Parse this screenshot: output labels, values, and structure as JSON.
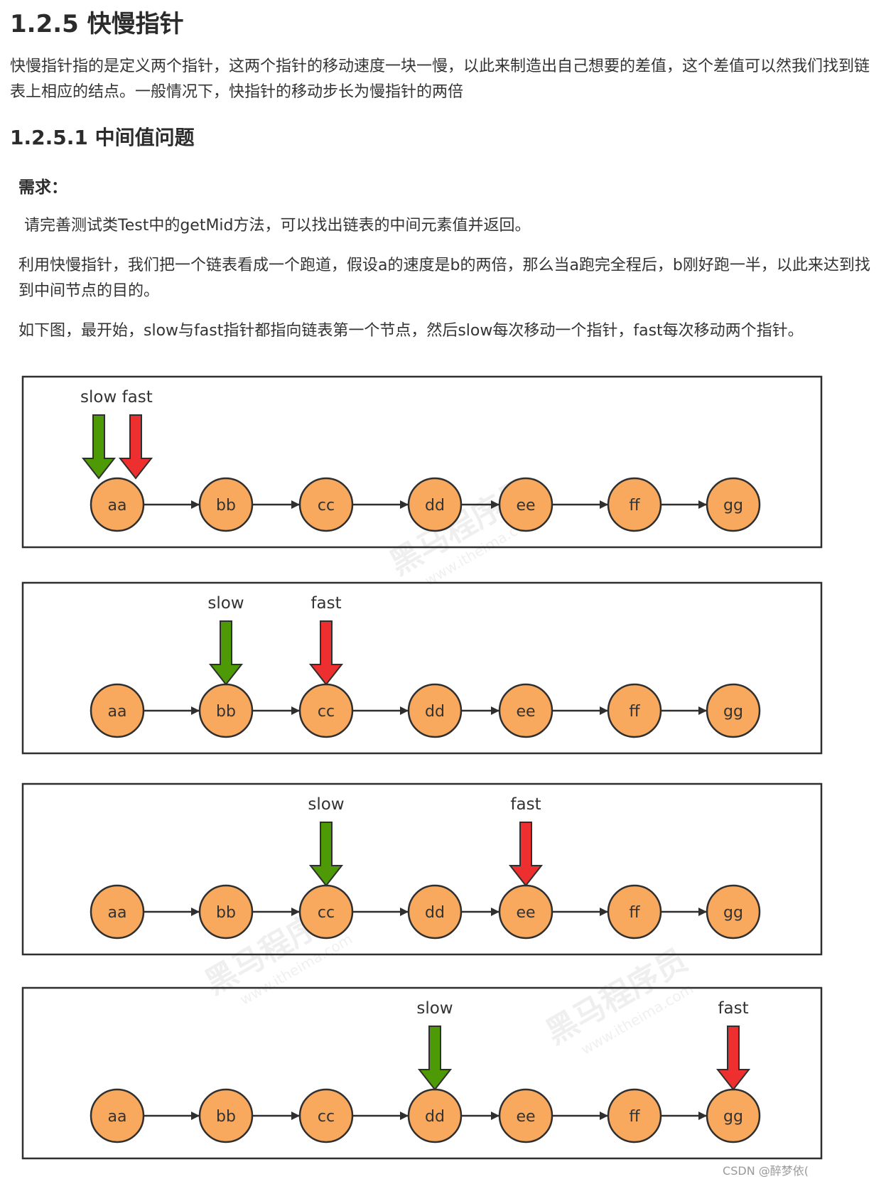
{
  "doc": {
    "title": "1.2.5 快慢指针",
    "intro": "快慢指针指的是定义两个指针，这两个指针的移动速度一块一慢，以此来制造出自己想要的差值，这个差值可以然我们找到链表上相应的结点。一般情况下，快指针的移动步长为慢指针的两倍",
    "subtitle": "1.2.5.1 中间值问题",
    "requirement_label": "需求：",
    "requirement_text": "请完善测试类Test中的getMid方法，可以找出链表的中间元素值并返回。",
    "explanation": "利用快慢指针，我们把一个链表看成一个跑道，假设a的速度是b的两倍，那么当a跑完全程后，b刚好跑一半，以此来达到找到中间节点的目的。",
    "diagram_caption": "如下图，最开始，slow与fast指针都指向链表第一个节点，然后slow每次移动一个指针，fast每次移动两个指针。"
  },
  "diagram": {
    "nodes": [
      "aa",
      "bb",
      "cc",
      "dd",
      "ee",
      "ff",
      "gg"
    ],
    "slow_label": "slow",
    "fast_label": "fast",
    "combined_label": "slow fast",
    "steps": [
      {
        "slow": 0,
        "fast": 0
      },
      {
        "slow": 1,
        "fast": 2
      },
      {
        "slow": 2,
        "fast": 4
      },
      {
        "slow": 3,
        "fast": 6
      }
    ],
    "colors": {
      "node_fill": "#f8a95e",
      "node_stroke": "#2f2f2f",
      "slow_arrow": "#4e9a06",
      "fast_arrow": "#ee2f2f"
    },
    "watermark": "黑马程序员",
    "watermark_url": "www.itheima.com"
  },
  "footer": {
    "credit": "CSDN @醉梦依("
  }
}
